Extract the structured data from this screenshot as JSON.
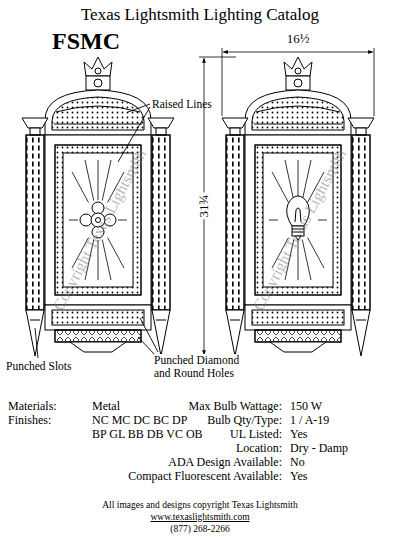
{
  "diagram": {
    "title": "Texas Lightsmith Lighting Catalog",
    "labels": [
      "FSMC",
      "Raised Lines",
      "16½",
      "31¾",
      "Punched Slots",
      "Punched Diamond and Round Holes",
      "Copyright Texas Lightsmith",
      "Copyright Texas Lightsmith",
      "Materials:",
      "Metal",
      "Finishes:",
      "NC MC DC BC DP",
      "BP GL BB DB VC OB",
      "Max Bulb Wattage:",
      "150 W",
      "Bulb Qty/Type:",
      "1 / A-19",
      "UL Listed:",
      "Yes",
      "Location:",
      "Dry - Damp",
      "ADA Design Available:",
      "No",
      "Compact Fluorescent Available:",
      "Yes",
      "All images and designs copyright Texas Lightsmith",
      "www.texaslightsmith.com",
      "(877) 268-2266"
    ]
  }
}
